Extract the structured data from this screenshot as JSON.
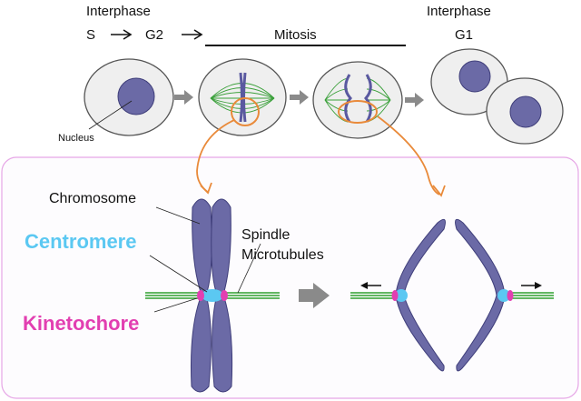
{
  "header": {
    "interphase_left": "Interphase",
    "phase_s": "S",
    "phase_g2": "G2",
    "mitosis": "Mitosis",
    "interphase_right": "Interphase",
    "phase_g1": "G1"
  },
  "labels": {
    "nucleus": "Nucleus",
    "chromosome": "Chromosome",
    "centromere": "Centromere",
    "spindle_line1": "Spindle",
    "spindle_line2": "Microtubules",
    "kinetochore": "Kinetochore"
  },
  "colors": {
    "chromosome": "#6b6aa6",
    "centromere": "#5bc8f2",
    "kinetochore": "#e23fb1",
    "spindle": "#2fa02f",
    "highlight": "#e98a3a",
    "panel_border": "#e6a6e6",
    "cell_fill": "#efefef"
  }
}
